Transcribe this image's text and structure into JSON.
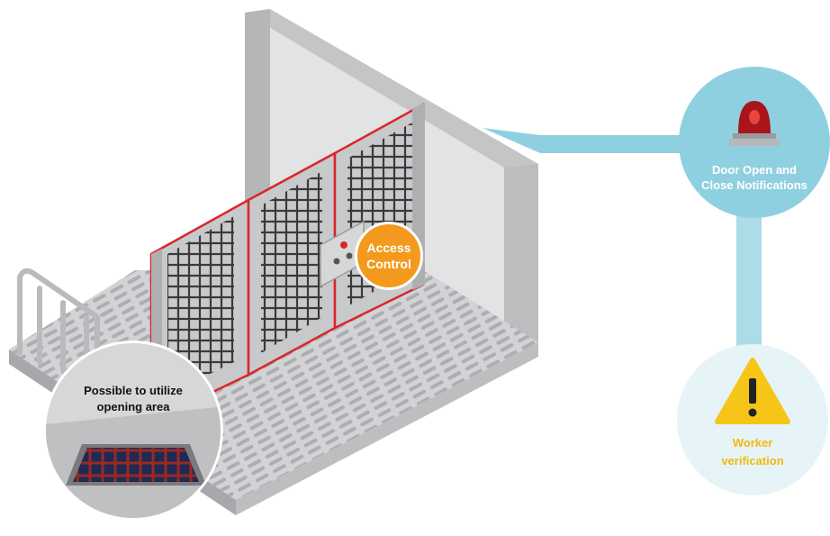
{
  "labels": {
    "access_control_line1": "Access",
    "access_control_line2": "Control",
    "door_notify_line1": "Door Open and",
    "door_notify_line2": "Close Notifications",
    "worker_line1": "Worker",
    "worker_line2": "verification",
    "opening_line1": "Possible to utilize",
    "opening_line2": "opening area"
  },
  "icons": {
    "door_notify": "warning-beacon-icon",
    "worker": "warning-triangle-icon",
    "access_control": "control-panel-icon"
  },
  "colors": {
    "access_orange": "#f39a1e",
    "notify_blue": "#8fd0e0",
    "worker_pale": "#e6f4f8",
    "worker_yellow": "#f5c518",
    "frame_red": "#d9262b",
    "floor_gray": "#d2d3d5",
    "wall_gray": "#e2e3e4"
  }
}
